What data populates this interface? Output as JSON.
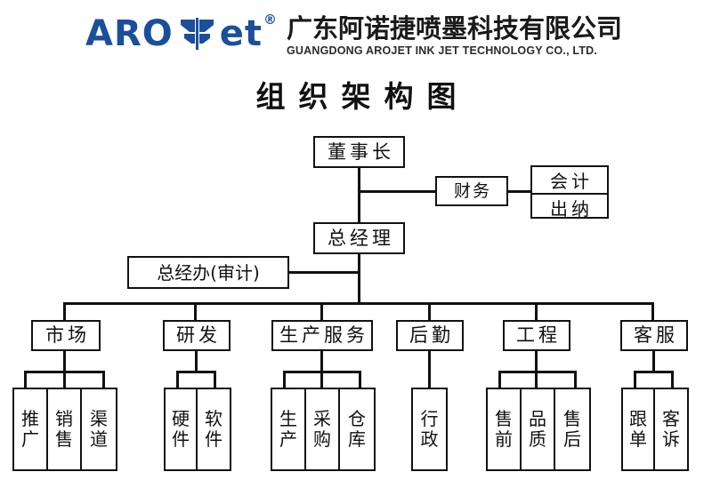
{
  "header": {
    "logo_text_left": "ARO",
    "logo_text_right": "et",
    "logo_mark": "wheat-leaf-mark",
    "registered_mark": "®",
    "company_name_cn": "广东阿诺捷喷墨科技有限公司",
    "company_name_en": "GUANGDONG AROJET INK JET TECHNOLOGY CO., LTD.",
    "brand_color": "#1b4f9c",
    "text_color": "#111111"
  },
  "chart_title": "组织架构图",
  "org": {
    "chairman": "董事长",
    "finance": "财务",
    "finance_children": [
      "会计",
      "出纳"
    ],
    "general_manager": "总经理",
    "gm_office": "总经办(审计)",
    "departments": [
      {
        "name": "市场",
        "children": [
          "推广",
          "销售",
          "渠道"
        ]
      },
      {
        "name": "研发",
        "children": [
          "硬件",
          "软件"
        ]
      },
      {
        "name": "生产服务",
        "children": [
          "生产",
          "采购",
          "仓库"
        ]
      },
      {
        "name": "后勤",
        "children": [
          "行政"
        ]
      },
      {
        "name": "工程",
        "children": [
          "售前",
          "品质",
          "售后"
        ]
      },
      {
        "name": "客服",
        "children": [
          "跟单",
          "客诉"
        ]
      }
    ]
  }
}
